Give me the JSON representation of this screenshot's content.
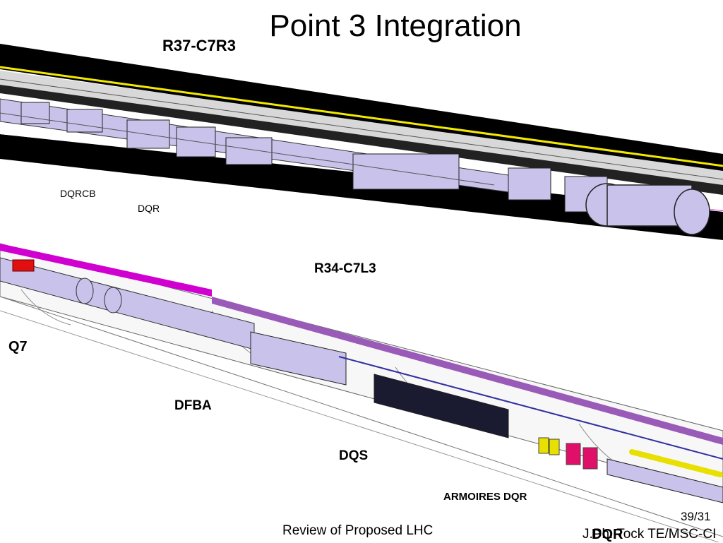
{
  "slide": {
    "title": "Point 3 Integration",
    "page_number": "39/31",
    "footer_center": "Review of Proposed LHC",
    "footer_right_name": "J.Ph. Tock TE/MSC-CI",
    "footer_right_overlap": "DQR"
  },
  "labels": {
    "top_section": "R37-C7R3",
    "bottom_section": "R34-C7L3",
    "dqrcb": "DQRCB",
    "dqr_top": "DQR",
    "q7": "Q7",
    "dfba": "DFBA",
    "dqs": "DQS",
    "armoires": "ARMOIRES DQR"
  },
  "colors": {
    "tunnel_black": "#000000",
    "cryostat_lavender": "#c9c2ea",
    "rail_yellow": "#f4ea00",
    "cable_magenta": "#d000d0",
    "armoire_red": "#e0106a",
    "armoire_yellow": "#e8e000",
    "warning_red": "#e01010"
  }
}
